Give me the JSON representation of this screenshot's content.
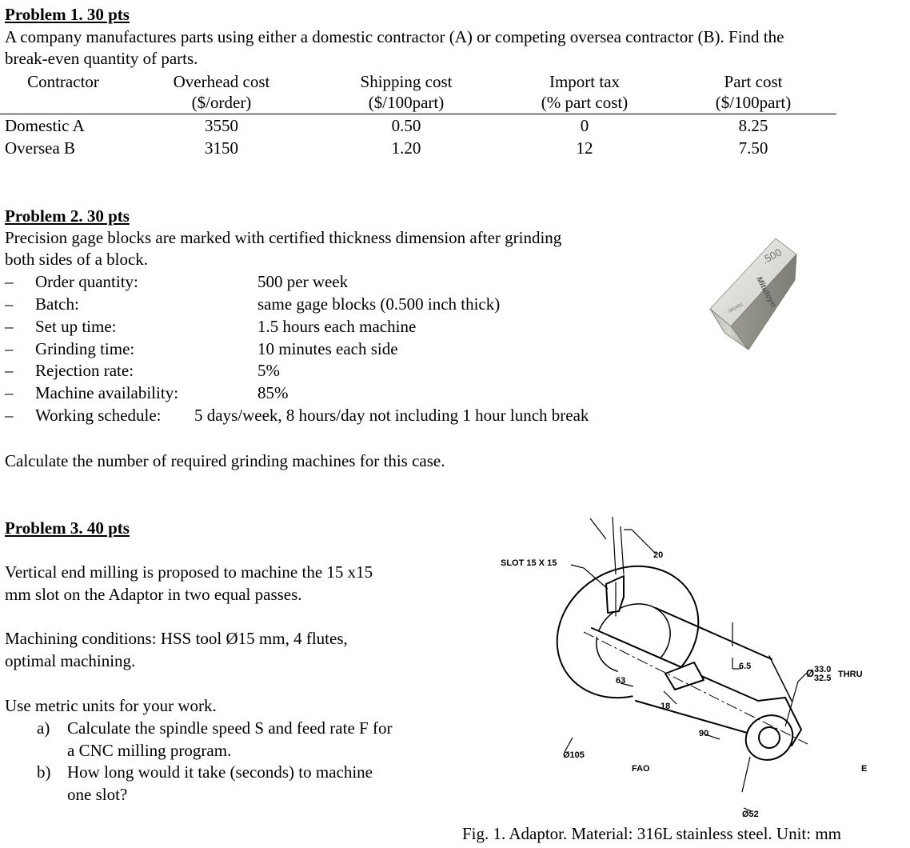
{
  "problem1": {
    "heading": "Problem 1. 30 pts",
    "text_line1": "A company manufactures parts using either a domestic contractor (A) or competing oversea contractor (B). Find the",
    "text_line2": "break-even quantity of parts.",
    "table": {
      "headers": [
        {
          "line1": "Contractor",
          "line2": ""
        },
        {
          "line1": "Overhead cost",
          "line2": "($/order)"
        },
        {
          "line1": "Shipping cost",
          "line2": "($/100part)"
        },
        {
          "line1": "Import tax",
          "line2": "(% part cost)"
        },
        {
          "line1": "Part cost",
          "line2": "($/100part)"
        }
      ],
      "rows": [
        [
          "Domestic A",
          "3550",
          "0.50",
          "0",
          "8.25"
        ],
        [
          "Oversea B",
          "3150",
          "1.20",
          "12",
          "7.50"
        ]
      ]
    }
  },
  "problem2": {
    "heading": "Problem 2. 30 pts",
    "text_line1": "Precision gage blocks are marked with certified thickness dimension after grinding",
    "text_line2": "both sides of a block.",
    "items": [
      {
        "label": "Order quantity:",
        "value": "500 per week"
      },
      {
        "label": "Batch:",
        "value": "same gage blocks (0.500 inch thick)"
      },
      {
        "label": "Set up time:",
        "value": "1.5 hours each machine"
      },
      {
        "label": "Grinding time:",
        "value": "10 minutes each side"
      },
      {
        "label": "Rejection rate:",
        "value": "5%"
      },
      {
        "label": "Machine availability:",
        "value": "85%"
      }
    ],
    "schedule_label": "Working schedule:",
    "schedule_value": "5 days/week, 8 hours/day not including 1 hour lunch break",
    "question": "Calculate the number of required grinding machines for this case.",
    "block_marking": ".500",
    "block_brand": "Mitutoyo",
    "block_serial": "060491"
  },
  "problem3": {
    "heading": "Problem 3. 40 pts",
    "text_line1": "Vertical end milling is proposed to machine the 15 x15",
    "text_line2": "mm slot on the Adaptor in two equal passes.",
    "cond_line1": "Machining conditions: HSS tool Ø15 mm, 4 flutes,",
    "cond_line2": "optimal machining.",
    "units": "Use metric units for your work.",
    "qa_marker": "a)",
    "qa_line1": "Calculate the spindle speed S and feed rate F for",
    "qa_line2": "a CNC milling program.",
    "qb_marker": "b)",
    "qb_line1": "How long would it take (seconds) to machine",
    "qb_line2": "one slot?",
    "figure": {
      "slot_label": "SLOT 15 X 15",
      "dim_20": "20",
      "dim_65": "6.5",
      "dim_63": "63",
      "dim_18": "18",
      "dim_90": "90",
      "dia_105": "Ø105",
      "dia_52": "Ø52",
      "dia_symbol": "Ø",
      "bore_upper": "33.0",
      "bore_lower": "32.5",
      "bore_note": "THRU",
      "fao": "FAO",
      "corner_e": "E",
      "caption": "Fig. 1. Adaptor. Material: 316L stainless steel. Unit: mm"
    }
  }
}
